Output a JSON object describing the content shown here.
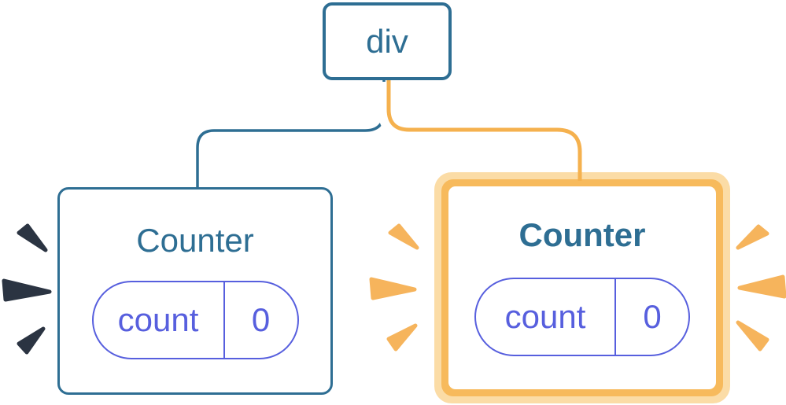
{
  "diagram": {
    "description": "React component tree: a div parent with two Counter children; the right Counter is highlighted as updating",
    "root": {
      "label": "div"
    },
    "children": [
      {
        "title": "Counter",
        "highlighted": false,
        "state": {
          "key": "count",
          "value": "0"
        }
      },
      {
        "title": "Counter",
        "highlighted": true,
        "state": {
          "key": "count",
          "value": "0"
        }
      }
    ]
  },
  "colors": {
    "card_blue": "#2E6E93",
    "pill_purple": "#575FDE",
    "highlight_orange": "#F5B14E",
    "highlight_orange_light": "#FBDCA6",
    "highlight_ring": "#F7BA5C",
    "spark_dark": "#2B3442",
    "spark_orange": "#F6B45C",
    "background": "#FFFFFF"
  }
}
